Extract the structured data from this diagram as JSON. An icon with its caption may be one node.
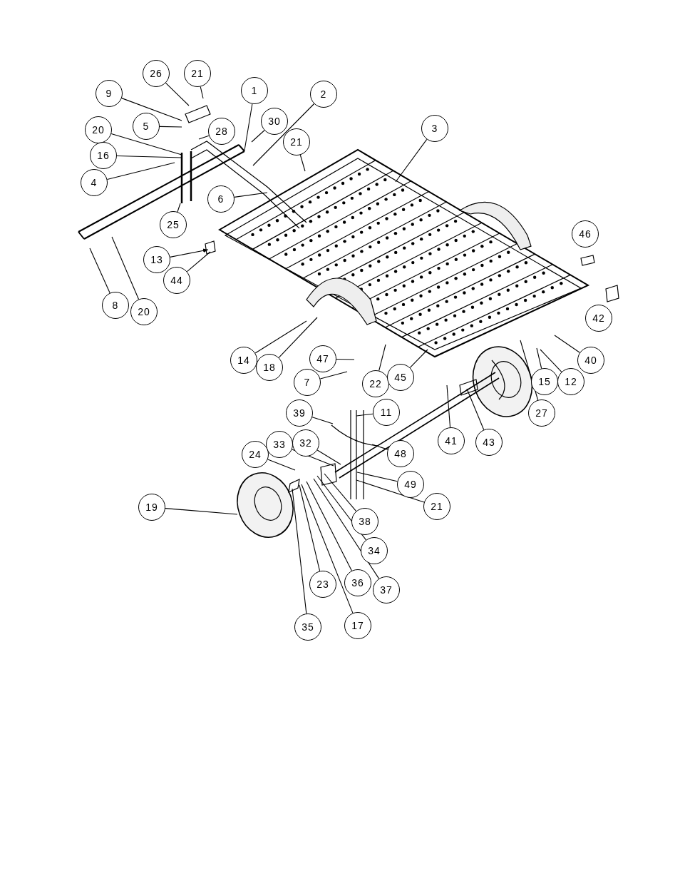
{
  "diagram": {
    "nodes": [
      {
        "text": [
          "26"
        ]
      },
      {
        "text": [
          "21"
        ]
      },
      {
        "text": [
          "1"
        ]
      },
      {
        "text": [
          "2"
        ]
      },
      {
        "text": [
          "9"
        ]
      },
      {
        "text": [
          "30"
        ]
      },
      {
        "text": [
          "3"
        ]
      },
      {
        "text": [
          "5"
        ]
      },
      {
        "text": [
          "28"
        ]
      },
      {
        "text": [
          "20"
        ]
      },
      {
        "text": [
          "21"
        ]
      },
      {
        "text": [
          "16"
        ]
      },
      {
        "text": [
          "4"
        ]
      },
      {
        "text": [
          "6"
        ]
      },
      {
        "text": [
          "25"
        ]
      },
      {
        "text": [
          "13"
        ]
      },
      {
        "text": [
          "44"
        ]
      },
      {
        "text": [
          "8"
        ]
      },
      {
        "text": [
          "20"
        ]
      },
      {
        "text": [
          "14"
        ]
      },
      {
        "text": [
          "18"
        ]
      },
      {
        "text": [
          "47"
        ]
      },
      {
        "text": [
          "7"
        ]
      },
      {
        "text": [
          "22"
        ]
      },
      {
        "text": [
          "45"
        ]
      },
      {
        "text": [
          "40"
        ]
      },
      {
        "text": [
          "15"
        ]
      },
      {
        "text": [
          "12"
        ]
      },
      {
        "text": [
          "27"
        ]
      },
      {
        "text": [
          "11"
        ]
      },
      {
        "text": [
          "39"
        ]
      },
      {
        "text": [
          "48"
        ]
      },
      {
        "text": [
          "41"
        ]
      },
      {
        "text": [
          "43"
        ]
      },
      {
        "text": [
          "33"
        ]
      },
      {
        "text": [
          "32"
        ]
      },
      {
        "text": [
          "24"
        ]
      },
      {
        "text": [
          "49"
        ]
      },
      {
        "text": [
          "21"
        ]
      },
      {
        "text": [
          "19"
        ]
      },
      {
        "text": [
          "38"
        ]
      },
      {
        "text": [
          "34"
        ]
      },
      {
        "text": [
          "23"
        ]
      },
      {
        "text": [
          "36"
        ]
      },
      {
        "text": [
          "37"
        ]
      },
      {
        "text": [
          "35"
        ]
      },
      {
        "text": [
          "17"
        ]
      },
      {
        "text": [
          "46"
        ]
      },
      {
        "text": [
          "42"
        ]
      }
    ],
    "edges": [
      {
        "from": 0,
        "to": null,
        "arrow": "none"
      },
      {
        "from": 1,
        "to": null,
        "arrow": "none"
      },
      {
        "from": 2,
        "to": null,
        "arrow": "none"
      },
      {
        "from": 3,
        "to": null,
        "arrow": "none"
      },
      {
        "from": 4,
        "to": null,
        "arrow": "none"
      },
      {
        "from": 5,
        "to": null,
        "arrow": "none"
      },
      {
        "from": 6,
        "to": null,
        "arrow": "none"
      },
      {
        "from": 7,
        "to": null,
        "arrow": "none"
      },
      {
        "from": 8,
        "to": null,
        "arrow": "none"
      },
      {
        "from": 9,
        "to": null,
        "arrow": "none"
      },
      {
        "from": 10,
        "to": null,
        "arrow": "none"
      },
      {
        "from": 11,
        "to": null,
        "arrow": "none"
      },
      {
        "from": 12,
        "to": null,
        "arrow": "none"
      },
      {
        "from": 13,
        "to": null,
        "arrow": "none"
      },
      {
        "from": 14,
        "to": null,
        "arrow": "none"
      },
      {
        "from": 15,
        "to": null,
        "arrow": "to"
      },
      {
        "from": 16,
        "to": null,
        "arrow": "none"
      },
      {
        "from": 17,
        "to": null,
        "arrow": "none"
      },
      {
        "from": 18,
        "to": null,
        "arrow": "none"
      },
      {
        "from": 19,
        "to": null,
        "arrow": "none"
      },
      {
        "from": 20,
        "to": null,
        "arrow": "none"
      },
      {
        "from": 21,
        "to": null,
        "arrow": "none"
      },
      {
        "from": 22,
        "to": null,
        "arrow": "none"
      },
      {
        "from": 23,
        "to": null,
        "arrow": "none"
      },
      {
        "from": 24,
        "to": null,
        "arrow": "none"
      },
      {
        "from": 25,
        "to": null,
        "arrow": "none"
      },
      {
        "from": 26,
        "to": null,
        "arrow": "none"
      },
      {
        "from": 27,
        "to": null,
        "arrow": "none"
      },
      {
        "from": 28,
        "to": null,
        "arrow": "none"
      },
      {
        "from": 29,
        "to": null,
        "arrow": "none"
      },
      {
        "from": 30,
        "to": null,
        "arrow": "none"
      },
      {
        "from": 31,
        "to": null,
        "arrow": "none"
      },
      {
        "from": 32,
        "to": null,
        "arrow": "none"
      },
      {
        "from": 33,
        "to": null,
        "arrow": "none"
      },
      {
        "from": 34,
        "to": null,
        "arrow": "none"
      },
      {
        "from": 35,
        "to": null,
        "arrow": "none"
      },
      {
        "from": 36,
        "to": null,
        "arrow": "none"
      },
      {
        "from": 37,
        "to": null,
        "arrow": "none"
      },
      {
        "from": 38,
        "to": null,
        "arrow": "none"
      },
      {
        "from": 39,
        "to": null,
        "arrow": "none"
      },
      {
        "from": 40,
        "to": null,
        "arrow": "none"
      },
      {
        "from": 41,
        "to": null,
        "arrow": "none"
      },
      {
        "from": 42,
        "to": null,
        "arrow": "none"
      },
      {
        "from": 43,
        "to": null,
        "arrow": "none"
      },
      {
        "from": 44,
        "to": null,
        "arrow": "none"
      },
      {
        "from": 45,
        "to": null,
        "arrow": "none"
      },
      {
        "from": 46,
        "to": null,
        "arrow": "none"
      }
    ]
  }
}
